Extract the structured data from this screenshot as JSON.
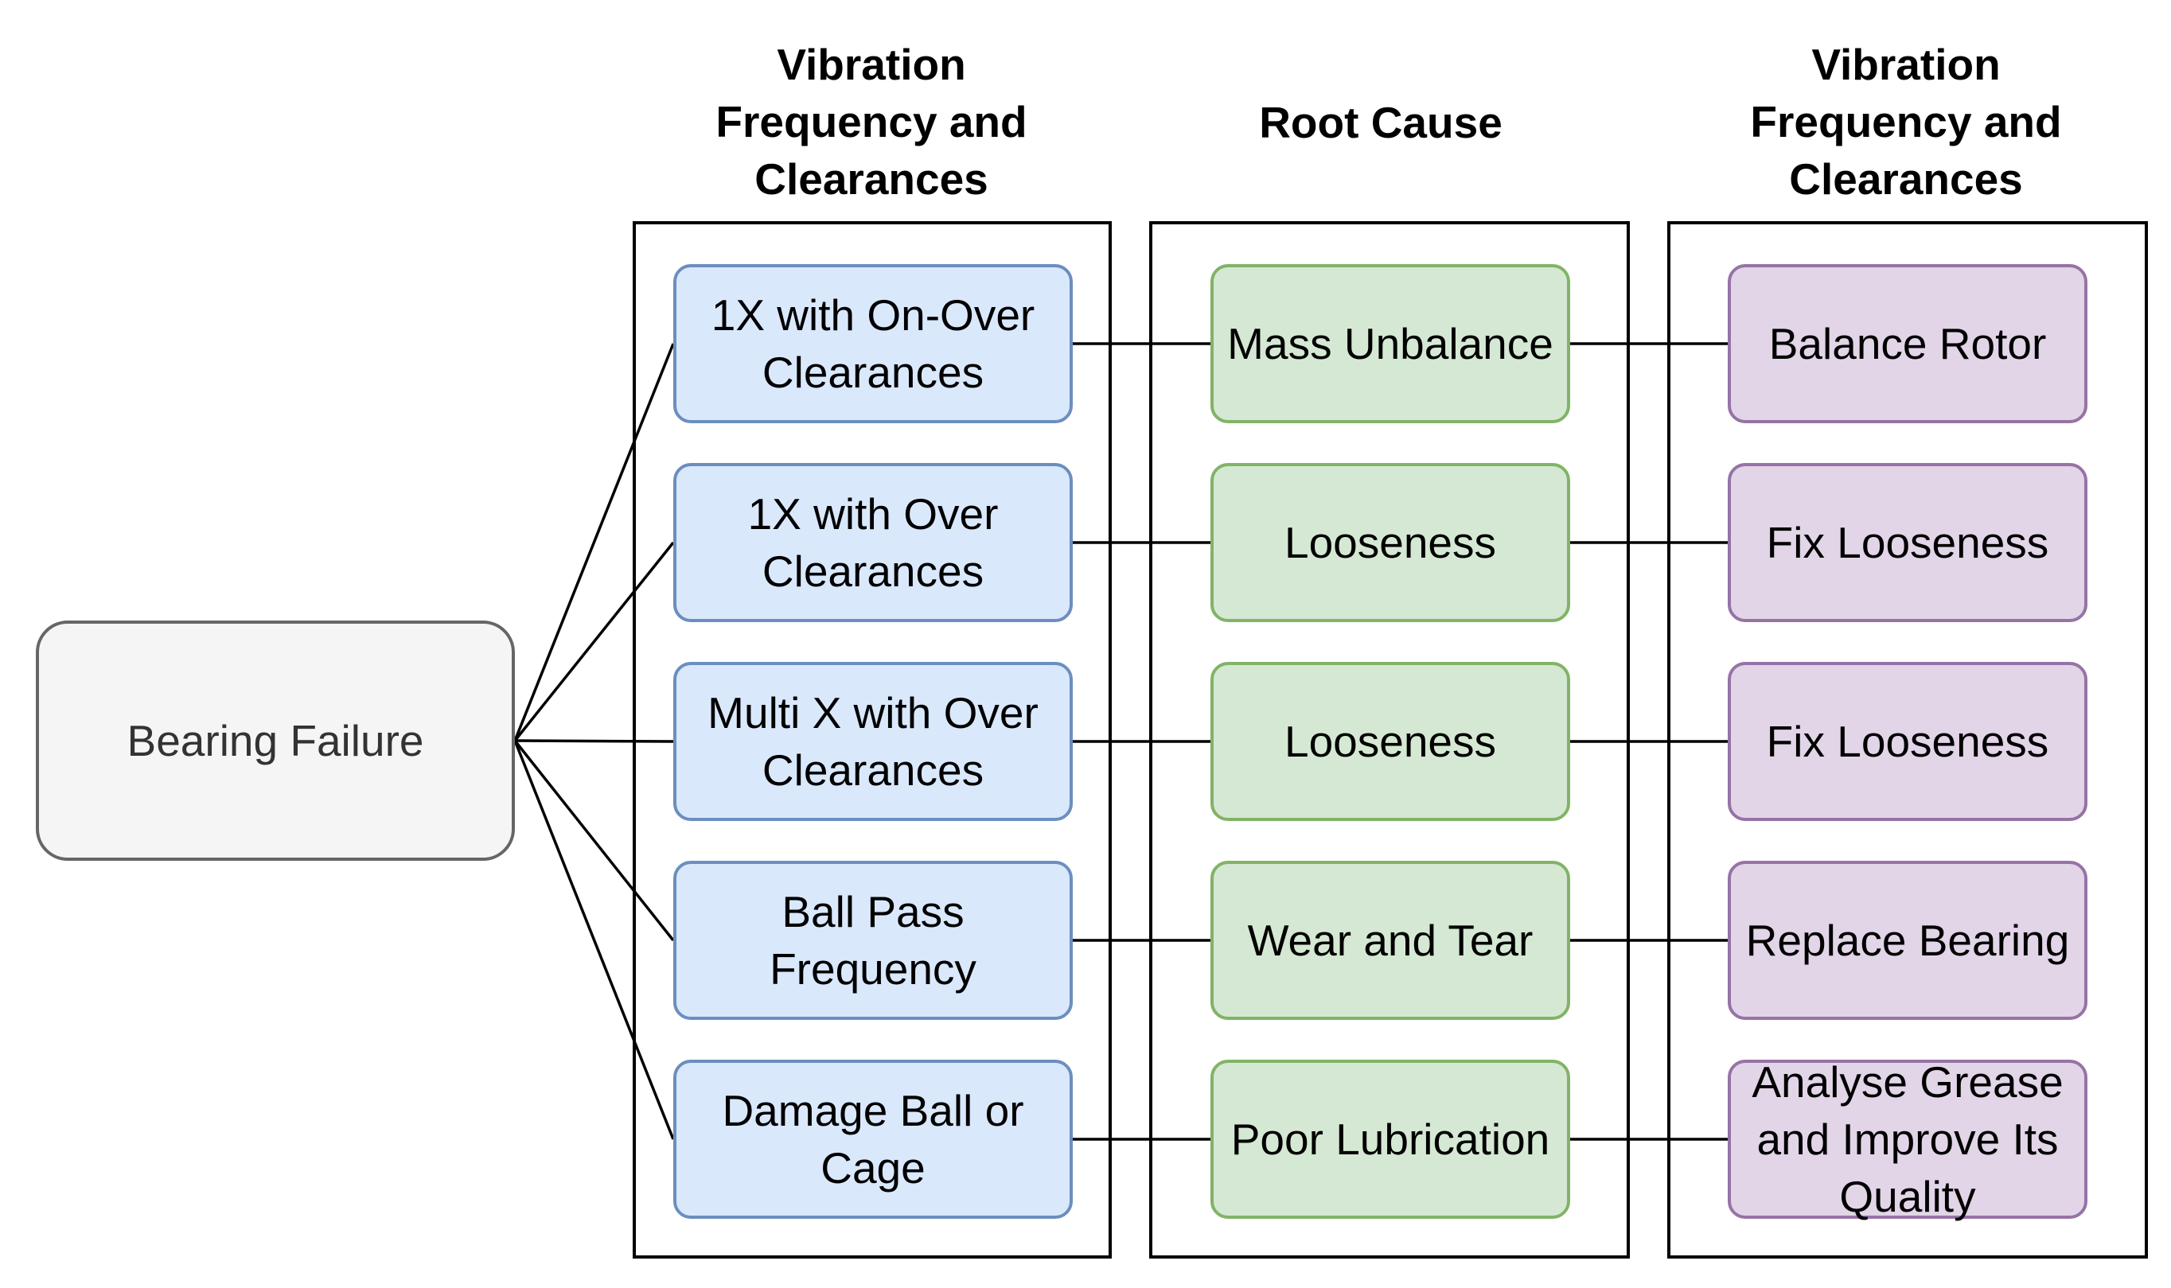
{
  "diagram": {
    "root": {
      "label": "Bearing Failure"
    },
    "columns": [
      {
        "title": "Vibration Frequency and Clearances"
      },
      {
        "title": "Root Cause"
      },
      {
        "title": "Vibration Frequency and Clearances"
      }
    ],
    "rows": [
      {
        "frequency": "1X with On-Over Clearances",
        "cause": "Mass Unbalance",
        "action": "Balance Rotor"
      },
      {
        "frequency": "1X with Over Clearances",
        "cause": "Looseness",
        "action": "Fix Looseness"
      },
      {
        "frequency": "Multi X with Over Clearances",
        "cause": "Looseness",
        "action": "Fix Looseness"
      },
      {
        "frequency": "Ball Pass Frequency",
        "cause": "Wear and Tear",
        "action": "Replace Bearing"
      },
      {
        "frequency": "Damage Ball or Cage",
        "cause": "Poor Lubrication",
        "action": "Analyse Grease and Improve Its Quality"
      }
    ],
    "colors": {
      "root_fill": "#f5f5f5",
      "root_stroke": "#666666",
      "frequency_fill": "#dae8fc",
      "frequency_stroke": "#6c8ebf",
      "cause_fill": "#d5e8d4",
      "cause_stroke": "#82b366",
      "action_fill": "#e1d5e7",
      "action_stroke": "#9673a6"
    }
  }
}
